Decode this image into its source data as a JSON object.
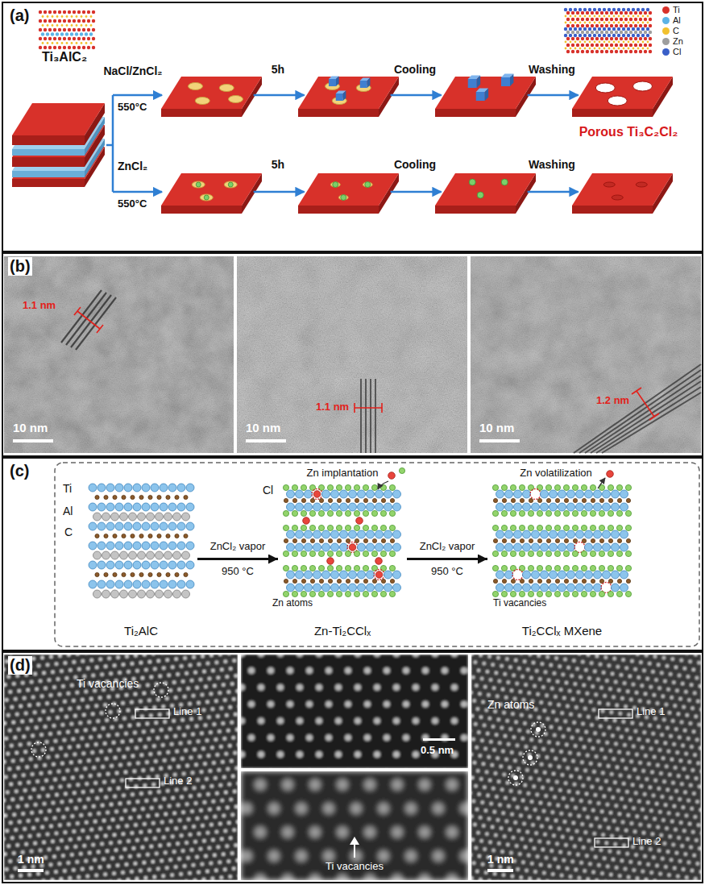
{
  "diagram": {
    "nodes": [
      {
        "text": [
          "(a)"
        ]
      },
      {
        "text": [
          "(b)"
        ]
      },
      {
        "text": [
          "(c)"
        ]
      },
      {
        "text": [
          "Ti₂AlC"
        ],
        "in": 2
      },
      {
        "text": [
          "Zn-Ti₂CClₓ"
        ],
        "in": 2
      },
      {
        "text": [
          "Ti₂CClₓ MXene"
        ],
        "in": 2
      },
      {
        "text": [
          "(d)"
        ]
      }
    ],
    "edges": [
      {
        "from": 3,
        "to": 4,
        "arrow": "to",
        "label": "ZnCl₂ vapor"
      },
      {
        "from": 4,
        "to": 5,
        "arrow": "to",
        "label": "ZnCl₂ vapor"
      }
    ],
    "labels": [
      "Ti₃AlC₂",
      "NaCl/ZnCl₂",
      "550°C",
      "5h",
      "Cooling",
      "Washing",
      "Porous Ti₃C₂Cl₂",
      "ZnCl₂",
      "550°C",
      "5h",
      "Cooling",
      "Washing",
      "1.1 nm",
      "10 nm",
      "1.1 nm",
      "10 nm",
      "1.2 nm",
      "10 nm",
      "Ti",
      "Al",
      "C",
      "Zn implantation",
      "Cl",
      "950 °C",
      "Zn atoms",
      "Zn volatilization",
      "950 °C",
      "Ti vacancies",
      "Ti vacancies",
      "Line 1",
      "Line 2",
      "1 nm",
      "0.5 nm",
      "Ti vacancies",
      "Zn atoms",
      "Line 1",
      "Line 2",
      "1 nm"
    ],
    "legend": [
      {
        "text": "Ti",
        "color": "#d8312a"
      },
      {
        "text": "Al",
        "color": "#5bb3e6"
      },
      {
        "text": "C",
        "color": "#f2c12e"
      },
      {
        "text": "Zn",
        "color": "#9e9e9e"
      },
      {
        "text": "Cl",
        "color": "#3a5fc8"
      }
    ]
  }
}
